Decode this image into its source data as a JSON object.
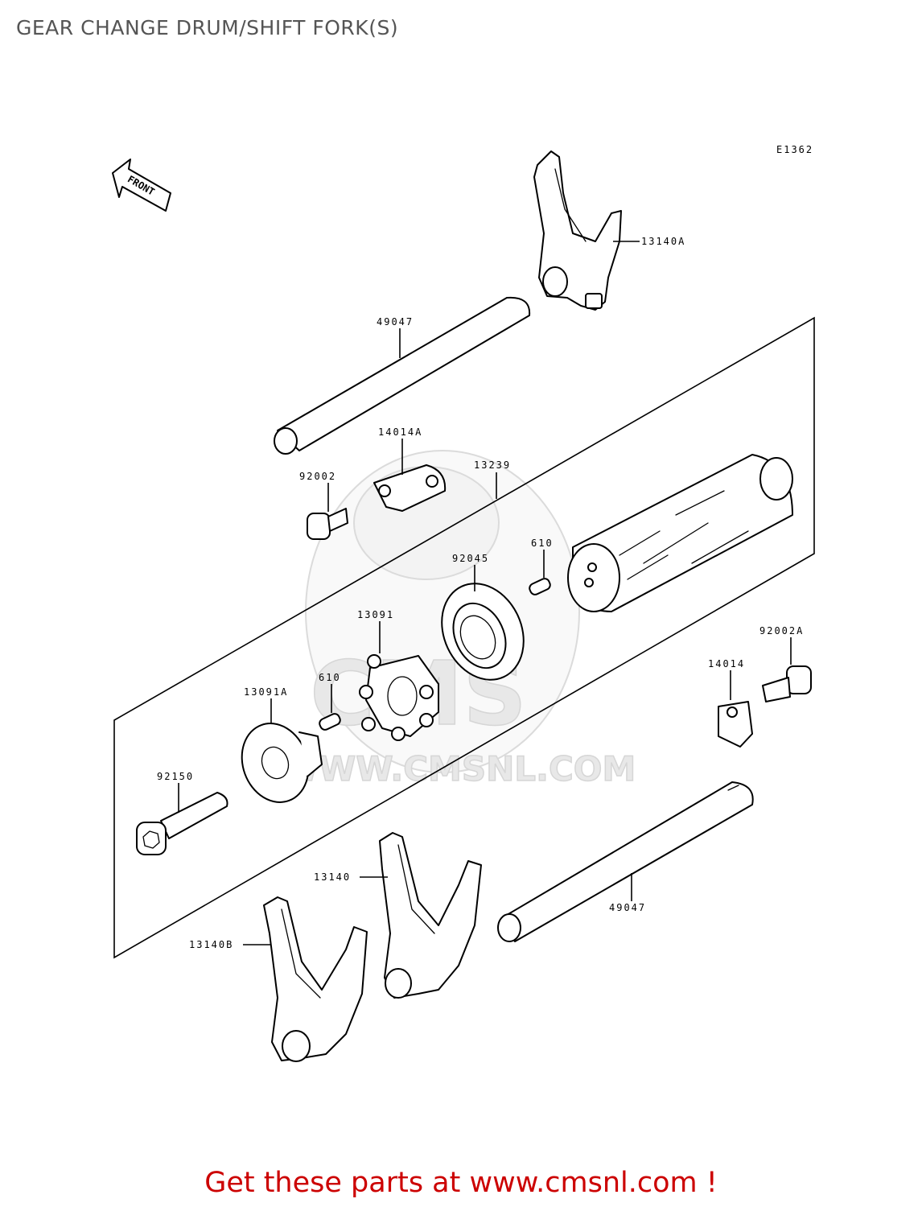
{
  "title": "GEAR CHANGE DRUM/SHIFT FORK(S)",
  "diagram_code": "E1362",
  "front_label": "FRONT",
  "footer": "Get these parts at www.cmsnl.com !",
  "watermark": {
    "logo_text": "CMS",
    "url": "WWW.CMSNL.COM"
  },
  "parts": {
    "fork_a": "13140A",
    "shaft_upper": "49047",
    "stopper_a": "14014A",
    "drum": "13239",
    "bolt_92002": "92002",
    "bearing": "92045",
    "pin_upper": "610",
    "pin_plate": "13091",
    "pin_lower": "610",
    "cam": "13091A",
    "bolt_a": "92002A",
    "stopper": "14014",
    "bolt_92150": "92150",
    "fork": "13140",
    "fork_b": "13140B",
    "shaft_lower": "49047"
  },
  "colors": {
    "title": "#555555",
    "footer": "#cc0000",
    "watermark": "#e4e4e4"
  }
}
